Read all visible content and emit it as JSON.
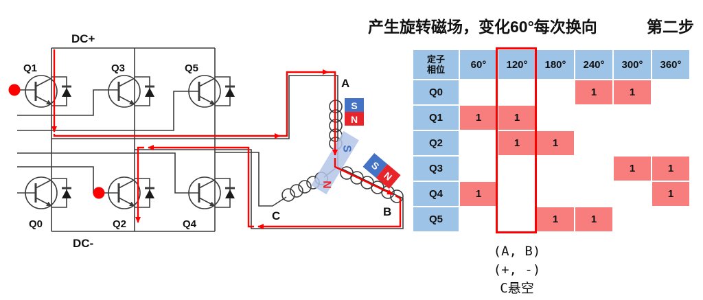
{
  "title": {
    "main": "产生旋转磁场，变化60°每次换向",
    "step": "第二步"
  },
  "circuit": {
    "dc_plus": "DC+",
    "dc_minus": "DC-",
    "transistors": {
      "q0": "Q0",
      "q1": "Q1",
      "q2": "Q2",
      "q3": "Q3",
      "q4": "Q4",
      "q5": "Q5"
    },
    "phases": {
      "a": "A",
      "b": "B",
      "c": "C"
    },
    "magnet_a": {
      "pole_top": "S",
      "pole_bottom": "N"
    },
    "magnet_b": {
      "pole_left": "S",
      "pole_right": "N"
    },
    "rotor": {
      "pole_top": "S",
      "pole_bottom": "N"
    }
  },
  "table": {
    "corner": [
      "定子",
      "相位"
    ],
    "columns": [
      "60°",
      "120°",
      "180°",
      "240°",
      "300°",
      "360°"
    ],
    "rows": [
      {
        "label": "Q0",
        "cells": [
          "",
          "",
          "",
          "1",
          "1",
          ""
        ]
      },
      {
        "label": "Q1",
        "cells": [
          "1",
          "1",
          "",
          "",
          "",
          ""
        ]
      },
      {
        "label": "Q2",
        "cells": [
          "",
          "1",
          "1",
          "",
          "",
          ""
        ]
      },
      {
        "label": "Q3",
        "cells": [
          "",
          "",
          "",
          "",
          "1",
          "1"
        ]
      },
      {
        "label": "Q4",
        "cells": [
          "1",
          "",
          "",
          "",
          "",
          "1"
        ]
      },
      {
        "label": "Q5",
        "cells": [
          "",
          "",
          "1",
          "1",
          "",
          ""
        ]
      }
    ],
    "highlight_column": "120°"
  },
  "annotation": {
    "line1": "(A, B)",
    "line2": "(+, -)",
    "line3": "C悬空"
  },
  "colors": {
    "header_blue": "#9DC3E6",
    "cell_pink": "#F87E7E",
    "highlight_red": "#FF0000",
    "magnet_blue": "#4472C4",
    "magnet_red": "#E8242B",
    "rotor_fill": "#B3C6E7"
  }
}
